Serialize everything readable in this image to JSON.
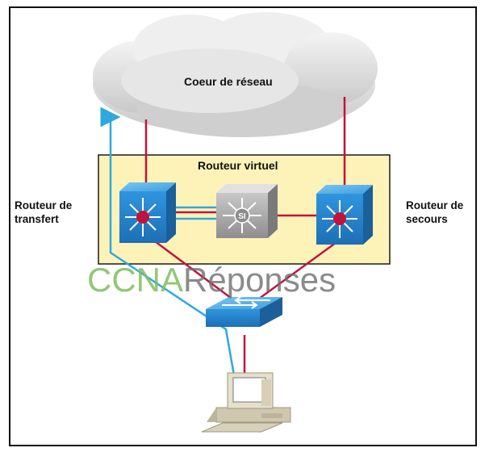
{
  "cloud": {
    "label": "Coeur de réseau"
  },
  "virtual_router": {
    "label": "Routeur virtuel"
  },
  "forwarding_router": {
    "label": "Routeur de\ntransfert"
  },
  "standby_router": {
    "label": "Routeur de\nsecours"
  },
  "watermark": {
    "part1": "CCNA",
    "part2": "Réponses"
  },
  "colors": {
    "link": "#c0143c",
    "traffic": "#2fa8e0",
    "panel": "#fdf3b8",
    "switch": "#2a8fd6"
  },
  "icons": [
    "cloud-icon",
    "multilayer-switch-icon",
    "si-switch-icon",
    "workgroup-switch-icon",
    "workstation-icon"
  ]
}
